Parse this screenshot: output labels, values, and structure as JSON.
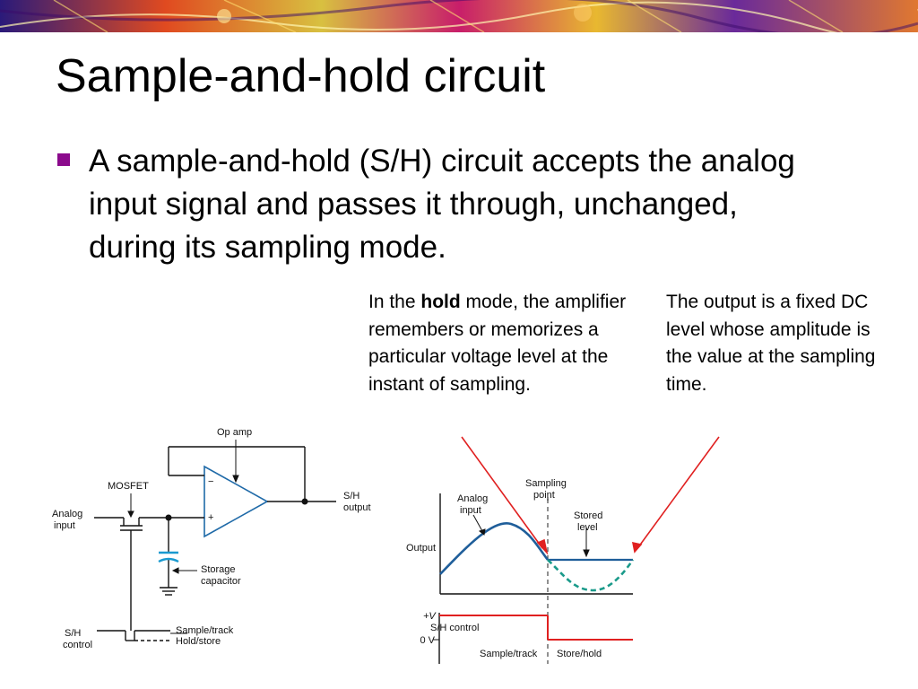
{
  "slide": {
    "title": "Sample-and-hold circuit",
    "bullet": "A sample-and-hold (S/H) circuit accepts the analog input signal and passes it through, unchanged, during its sampling mode.",
    "bullet_color": "#8b0a8c"
  },
  "notes": {
    "hold_prefix": "In the ",
    "hold_bold": "hold",
    "hold_suffix": " mode, the amplifier remembers or memorizes a particular voltage level at the instant of sampling.",
    "output": "The output is a fixed DC level whose amplitude is the value at the sampling time."
  },
  "circuit": {
    "op_amp": "Op amp",
    "mosfet": "MOSFET",
    "analog_input_1": "Analog",
    "analog_input_2": "input",
    "sh_output_1": "S/H",
    "sh_output_2": "output",
    "storage_1": "Storage",
    "storage_2": "capacitor",
    "sh_control_1": "S/H",
    "sh_control_2": "control",
    "sample_track": "Sample/track",
    "hold_store": "Hold/store",
    "minus": "−",
    "plus": "+"
  },
  "waveform": {
    "output_label": "Output",
    "analog_input_1": "Analog",
    "analog_input_2": "input",
    "sampling_point_1": "Sampling",
    "sampling_point_2": "point",
    "stored_level_1": "Stored",
    "stored_level_2": "level",
    "plus_v": "+V",
    "sh_control": "S/H control",
    "zero_v": "0 V",
    "sample_track": "Sample/track",
    "store_hold": "Store/hold",
    "colors": {
      "signal": "#1f5e9a",
      "dashed": "#1a9a8a",
      "control": "#e02020",
      "arrow": "#e02020"
    }
  }
}
